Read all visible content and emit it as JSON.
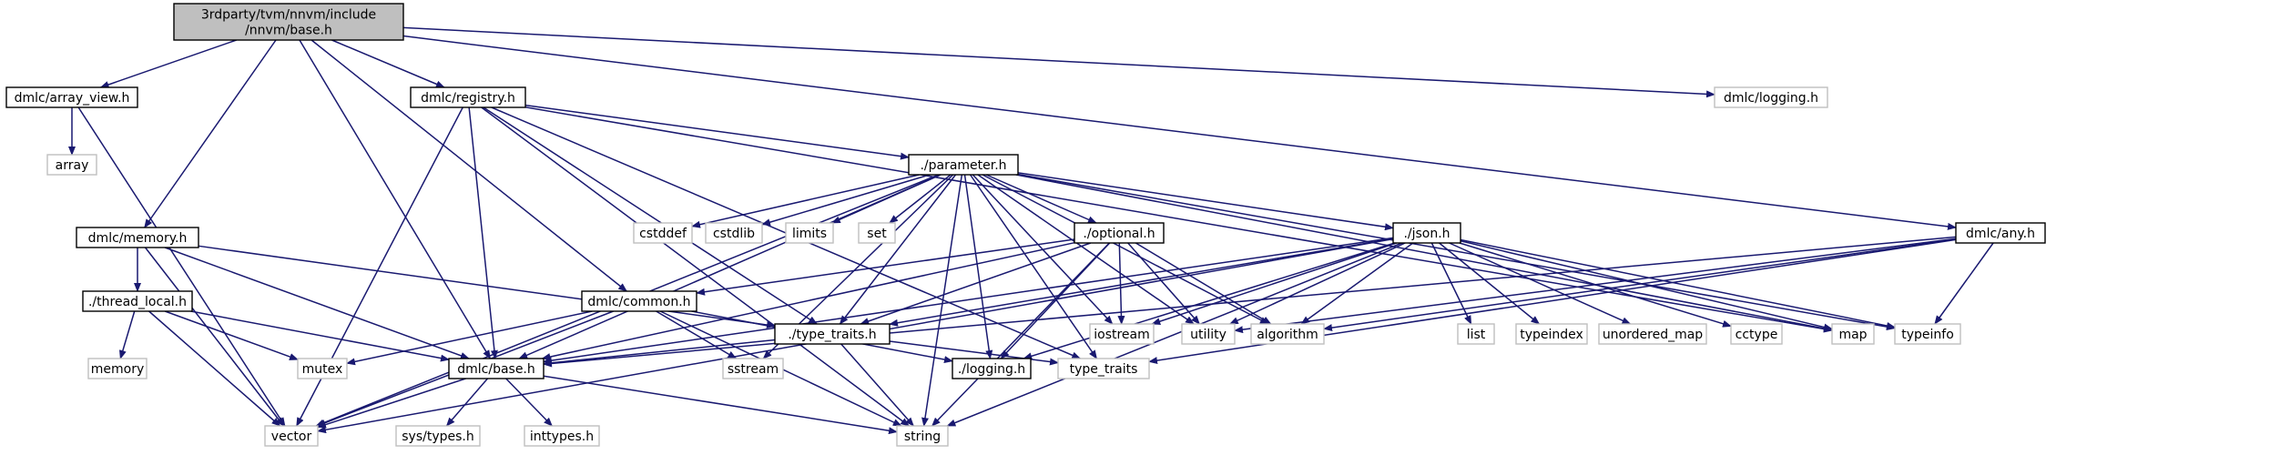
{
  "colors": {
    "edge": "#191970",
    "root_fill": "#bfbfbf",
    "root_stroke": "#000000",
    "internal_stroke": "#000000",
    "external_stroke": "#bfbfbf",
    "node_fill": "#ffffff"
  },
  "nodes": {
    "root": [
      "3rdparty/tvm/nnvm/include",
      "/nnvm/base.h"
    ],
    "array_view": [
      "dmlc/array_view.h"
    ],
    "registry": [
      "dmlc/registry.h"
    ],
    "logging_ext": [
      "dmlc/logging.h"
    ],
    "array": [
      "array"
    ],
    "memory_h": [
      "dmlc/memory.h"
    ],
    "parameter": [
      "./parameter.h"
    ],
    "thread_local": [
      "./thread_local.h"
    ],
    "common": [
      "dmlc/common.h"
    ],
    "optional": [
      "./optional.h"
    ],
    "json": [
      "./json.h"
    ],
    "any": [
      "dmlc/any.h"
    ],
    "cstddef": [
      "cstddef"
    ],
    "cstdlib": [
      "cstdlib"
    ],
    "limits": [
      "limits"
    ],
    "set": [
      "set"
    ],
    "iostream": [
      "iostream"
    ],
    "utility": [
      "utility"
    ],
    "algorithm": [
      "algorithm"
    ],
    "list": [
      "list"
    ],
    "typeindex": [
      "typeindex"
    ],
    "unordered_map": [
      "unordered_map"
    ],
    "cctype": [
      "cctype"
    ],
    "map": [
      "map"
    ],
    "typeinfo": [
      "typeinfo"
    ],
    "type_traits_h": [
      "./type_traits.h"
    ],
    "memory_std": [
      "memory"
    ],
    "mutex": [
      "mutex"
    ],
    "dmlc_base": [
      "dmlc/base.h"
    ],
    "sstream": [
      "sstream"
    ],
    "logging_rel": [
      "./logging.h"
    ],
    "type_traits_std": [
      "type_traits"
    ],
    "vector": [
      "vector"
    ],
    "sys_types": [
      "sys/types.h"
    ],
    "inttypes": [
      "inttypes.h"
    ],
    "string": [
      "string"
    ]
  }
}
